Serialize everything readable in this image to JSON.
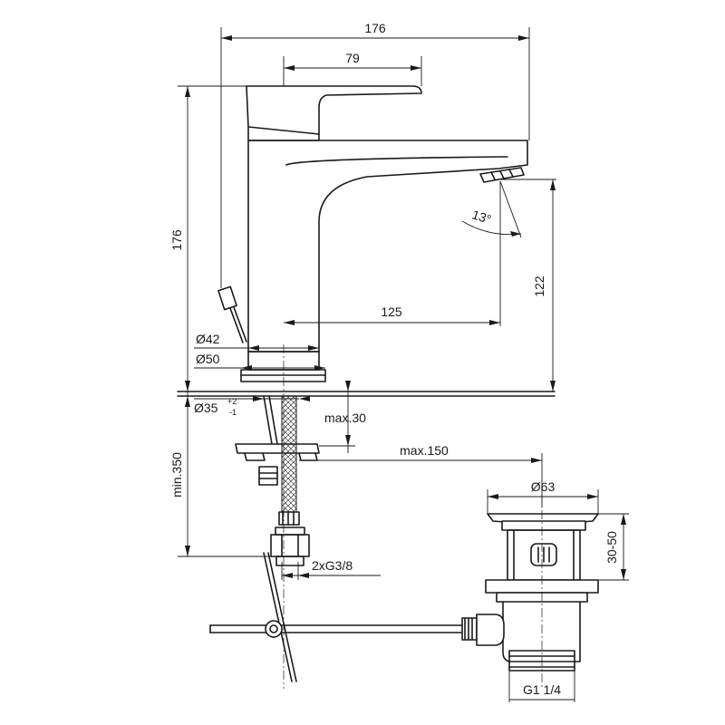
{
  "dimensions": {
    "overall_width": "176",
    "lever_width": "79",
    "overall_height": "176",
    "spout_angle": "13°",
    "spout_projection": "125",
    "spout_height": "122",
    "body_diameter": "Ø42",
    "base_diameter": "Ø50",
    "hole_diameter": "Ø35",
    "hole_tol_plus": "+2",
    "hole_tol_minus": "-1",
    "max_thickness": "max.30",
    "min_hose": "min.350",
    "max_rod": "max.150",
    "connection": "2xG3/8",
    "waste_diameter": "Ø63",
    "waste_height": "30-50",
    "waste_thread": "G1 1/4"
  }
}
